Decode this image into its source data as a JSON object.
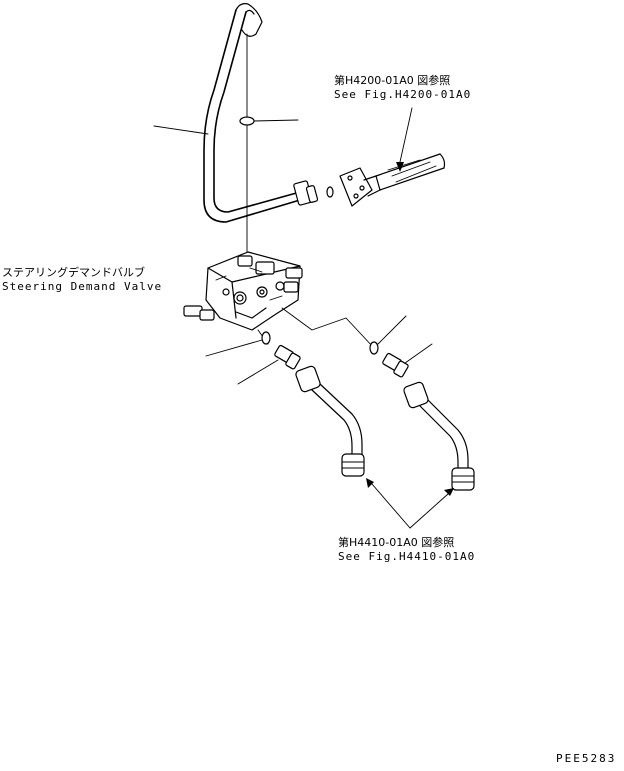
{
  "labels": {
    "ref_h4200_jp": "第H4200-01A0 図参照",
    "ref_h4200_en": "See Fig.H4200-01A0",
    "valve_jp": "ステアリングデマンドバルブ",
    "valve_en": "Steering Demand Valve",
    "ref_h4410_jp": "第H4410-01A0 図参照",
    "ref_h4410_en": "See Fig.H4410-01A0"
  },
  "drawing_code": "PEE5283",
  "colors": {
    "line": "#000000",
    "background": "#ffffff"
  }
}
